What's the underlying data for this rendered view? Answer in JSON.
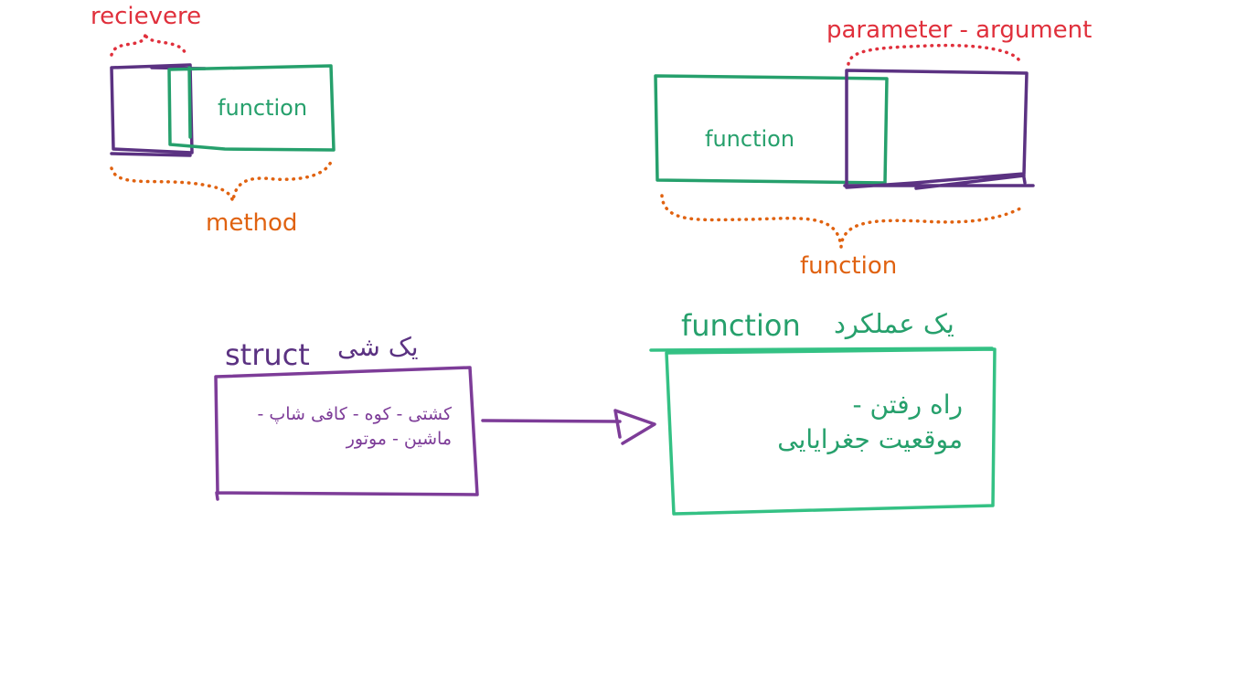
{
  "colors": {
    "purple": "#5b3282",
    "violet": "#7d3c98",
    "green": "#26a06c",
    "bright_green": "#34c184",
    "red": "#e0303c",
    "orange": "#e06210"
  },
  "top_left": {
    "receiver_label": "recievere",
    "function_label": "function",
    "method_label": "method"
  },
  "top_right": {
    "parameter_label": "parameter - argument",
    "function_label": "function",
    "function_brace_label": "function"
  },
  "bottom_left": {
    "title": "struct",
    "title_fa": "یک شی",
    "line1": "کشتی - کوه - کافی شاپ -",
    "line2": "ماشین - موتور"
  },
  "bottom_right": {
    "title": "function",
    "title_fa": "یک عملکرد",
    "line1": "راه رفتن -",
    "line2": "موقعیت جغرایایی"
  }
}
